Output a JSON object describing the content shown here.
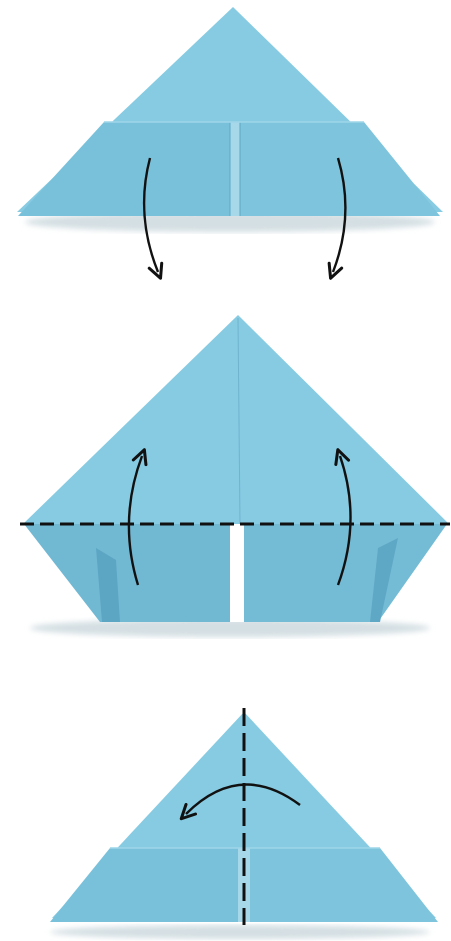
{
  "figure": {
    "steps": [
      {
        "id": "step-1",
        "instruction": "fold-top-flaps-down",
        "arrows": 2
      },
      {
        "id": "step-2",
        "instruction": "fold-bottom-flaps-up-along-dashed-line",
        "arrows": 2
      },
      {
        "id": "step-3",
        "instruction": "fold-in-half-along-vertical-dashed-line",
        "arrows": 1
      }
    ],
    "colors": {
      "paper": "#7cc3dc",
      "paper_light": "#8ed0e6",
      "paper_mid": "#6fb7d2",
      "paper_dark": "#5aa6c4",
      "shadow": "#c9d7dc",
      "line": "#111111"
    }
  }
}
